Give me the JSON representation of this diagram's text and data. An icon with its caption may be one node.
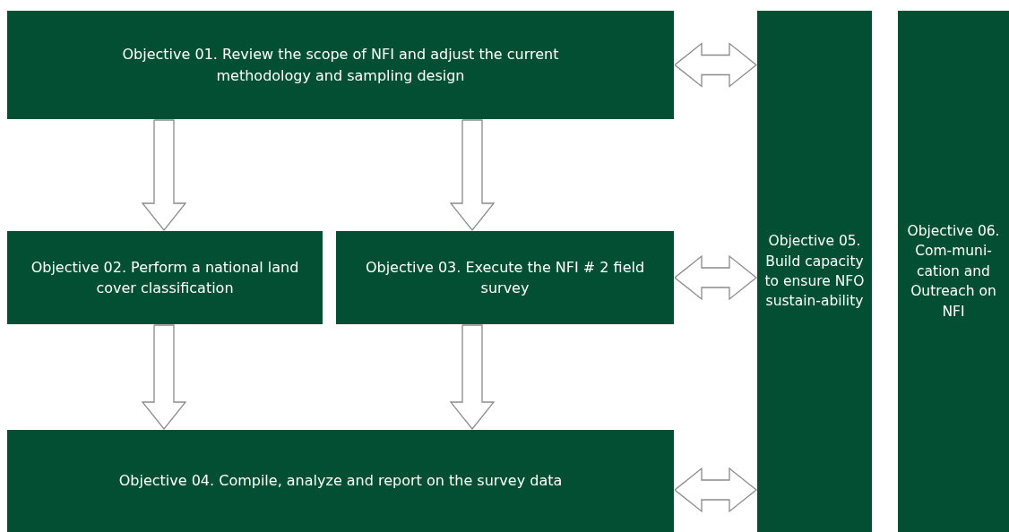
{
  "diagram": {
    "nodes": [
      {
        "text": [
          "Objective 01. Review the scope of NFI and adjust the current methodology and sampling design"
        ]
      },
      {
        "text": [
          "Objective 02. Perform a national land cover classification"
        ]
      },
      {
        "text": [
          "Objective 03. Execute the NFI # 2 field survey"
        ]
      },
      {
        "text": [
          "Objective 04. Compile, analyze and report on the survey data"
        ]
      },
      {
        "text": [
          "Objective 05. Build capacity to ensure NFO sustain-ability"
        ]
      },
      {
        "text": [
          "Objective 06. Com-muni-cation and Outreach on NFI"
        ]
      }
    ],
    "edges": [
      {
        "from": 0,
        "to": 1,
        "arrow": "to"
      },
      {
        "from": 0,
        "to": 2,
        "arrow": "to"
      },
      {
        "from": 1,
        "to": 3,
        "arrow": "to"
      },
      {
        "from": 2,
        "to": 3,
        "arrow": "to"
      },
      {
        "from": 0,
        "to": 4,
        "arrow": "both"
      },
      {
        "from": 2,
        "to": 4,
        "arrow": "both"
      },
      {
        "from": 3,
        "to": 4,
        "arrow": "both"
      }
    ]
  }
}
